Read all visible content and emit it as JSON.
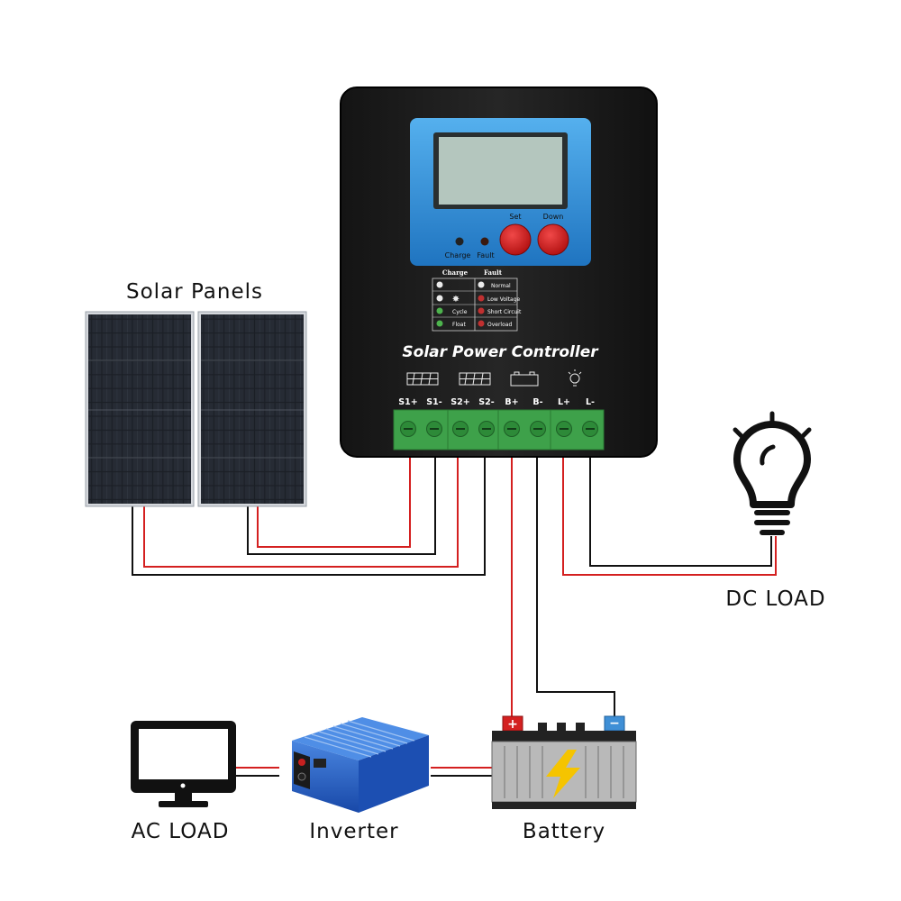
{
  "labels": {
    "solar_panels": "Solar Panels",
    "dc_load": "DC LOAD",
    "ac_load": "AC LOAD",
    "inverter": "Inverter",
    "battery": "Battery"
  },
  "controller": {
    "title": "Solar Power Controller",
    "buttons": {
      "set": "Set",
      "down": "Down"
    },
    "leds": {
      "charge": "Charge",
      "fault": "Fault"
    },
    "legend": {
      "charge_header": "Charge",
      "fault_header": "Fault",
      "charge_items": [
        "",
        "Cycle",
        "Float"
      ],
      "fault_items": [
        "Normal",
        "Low Voltage",
        "Short Circuit",
        "Overload"
      ]
    },
    "terminals": [
      "S1+",
      "S1-",
      "S2+",
      "S2-",
      "B+",
      "B-",
      "L+",
      "L-"
    ]
  },
  "colors": {
    "wire_positive": "#d42020",
    "wire_negative": "#111111",
    "controller_body": "#1c1c1c",
    "display_bezel": "#2f8fd8",
    "lcd_screen": "#b4c6be",
    "button": "#d01818",
    "terminal_block": "#3ea14a",
    "inverter_body": "#1f5fc9",
    "battery_body": "#b9b9b9",
    "bolt": "#f5c400"
  },
  "icons": {
    "solar_panel": "solar-panel-icon",
    "bulb": "light-bulb-icon",
    "monitor": "monitor-icon",
    "inverter": "inverter-icon",
    "battery": "battery-icon"
  }
}
